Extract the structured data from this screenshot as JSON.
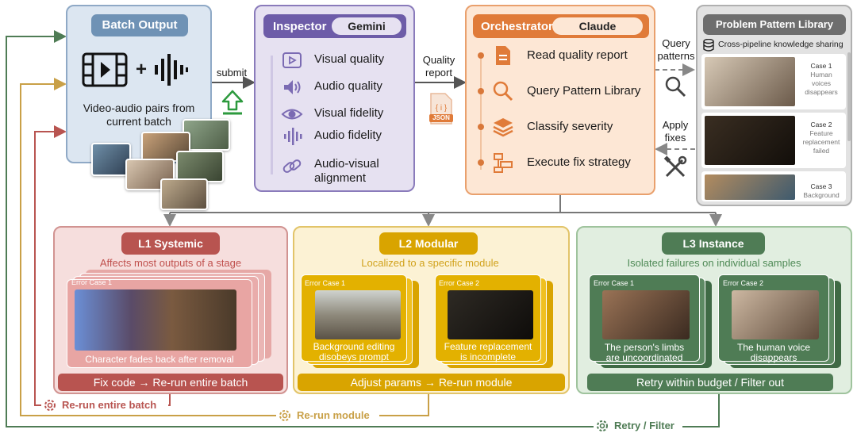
{
  "batch": {
    "title": "Batch Output",
    "desc_line1": "Video-audio pairs from",
    "desc_line2": "current batch"
  },
  "submit_label": "submit",
  "inspector": {
    "title": "Inspector",
    "model": "Gemini",
    "items": [
      {
        "label": "Visual quality",
        "icon": "video-icon"
      },
      {
        "label": "Audio quality",
        "icon": "speaker-icon"
      },
      {
        "label": "Visual fidelity",
        "icon": "eye-icon"
      },
      {
        "label": "Audio fidelity",
        "icon": "waveform-icon"
      },
      {
        "label_line1": "Audio-visual",
        "label_line2": "alignment",
        "icon": "link-icon"
      }
    ]
  },
  "quality_report": {
    "line1": "Quality",
    "line2": "report",
    "file_tag": "JSON"
  },
  "orchestrator": {
    "title": "Orchestrator",
    "model": "Claude",
    "items": [
      {
        "label": "Read quality report",
        "icon": "document-icon"
      },
      {
        "label": "Query Pattern Library",
        "icon": "search-icon"
      },
      {
        "label": "Classify severity",
        "icon": "layers-icon"
      },
      {
        "label": "Execute fix strategy",
        "icon": "flowchart-icon"
      }
    ]
  },
  "query_patterns": {
    "line1": "Query",
    "line2": "patterns"
  },
  "apply_fixes": {
    "line1": "Apply",
    "line2": "fixes"
  },
  "library": {
    "title": "Problem Pattern Library",
    "subtitle": "Cross-pipeline knowledge sharing",
    "cases": [
      {
        "title": "Case 1",
        "desc": [
          "Human",
          "voices",
          "disappears"
        ]
      },
      {
        "title": "Case 2",
        "desc": [
          "Feature",
          "replacement",
          "failed"
        ]
      },
      {
        "title": "Case 3",
        "desc": [
          "Background"
        ]
      }
    ]
  },
  "l1": {
    "title": "L1 Systemic",
    "subtitle": "Affects most outputs of a stage",
    "case_label": "Error Case 1",
    "caption": "Character fades back after removal",
    "action": "Fix code → Re-run entire batch",
    "loop_label": "Re-run entire batch"
  },
  "l2": {
    "title": "L2 Modular",
    "subtitle": "Localized to a specific module",
    "case1_label": "Error Case 1",
    "case1_caption1": "Background editing",
    "case1_caption2": "disobeys prompt",
    "case2_label": "Error Case 2",
    "case2_caption1": "Feature replacement",
    "case2_caption2": "is incomplete",
    "action": "Adjust params → Re-run module",
    "loop_label": "Re-run module"
  },
  "l3": {
    "title": "L3 Instance",
    "subtitle": "Isolated failures on individual samples",
    "case1_label": "Error Case 1",
    "case1_caption1": "The person's limbs",
    "case1_caption2": "are uncoordinated",
    "case2_label": "Error Case 2",
    "case2_caption1": "The  human voice",
    "case2_caption2": "disappears",
    "action": "Retry within budget / Filter out",
    "loop_label": "Retry / Filter"
  },
  "colors": {
    "l1": "#b85450",
    "l2": "#d9a400",
    "l3": "#4f7c55",
    "inspector": "#6d5ca8",
    "orchestrator": "#e07b39",
    "batch": "#6f92b5"
  }
}
